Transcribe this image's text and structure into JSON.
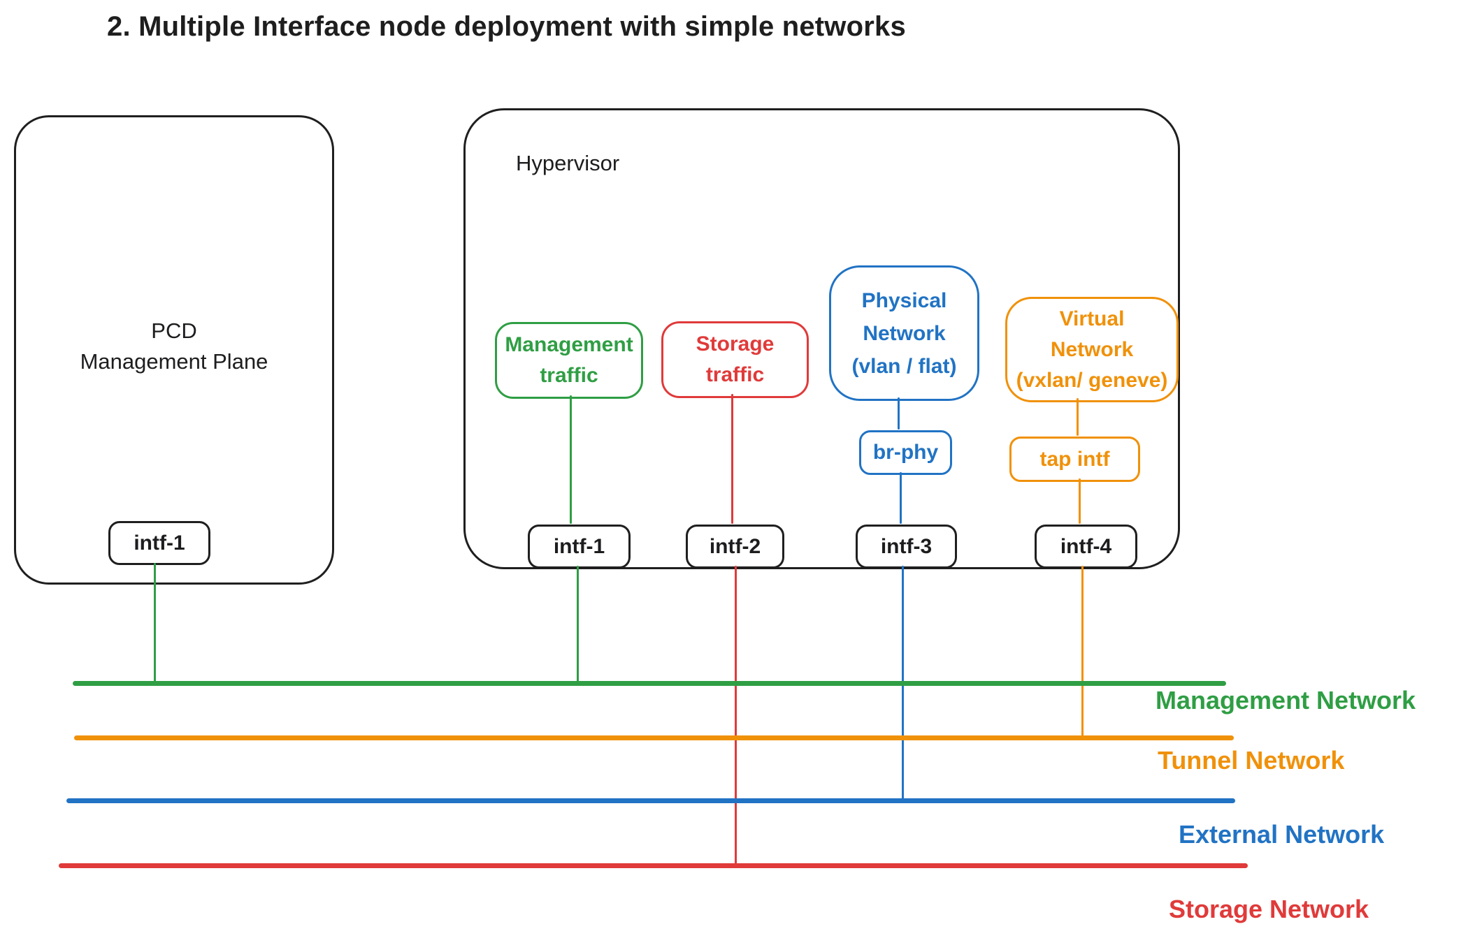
{
  "title": "2. Multiple Interface node deployment with simple networks",
  "colors": {
    "ink": "#1f1f1f",
    "green": "#2f9e44",
    "red": "#e03a3a",
    "blue": "#2173c4",
    "orange": "#f0910a"
  },
  "pcd": {
    "name_lines": [
      "PCD",
      "Management Plane"
    ],
    "interface": {
      "label": "intf-1"
    }
  },
  "hypervisor": {
    "label": "Hypervisor",
    "traffic_nodes": [
      {
        "id": "management-traffic",
        "lines": [
          "Management",
          "traffic"
        ],
        "color": "green"
      },
      {
        "id": "storage-traffic",
        "lines": [
          "Storage",
          "traffic"
        ],
        "color": "red"
      },
      {
        "id": "physical-network",
        "lines": [
          "Physical",
          "Network",
          "(vlan / flat)"
        ],
        "color": "blue"
      },
      {
        "id": "virtual-network",
        "lines": [
          "Virtual",
          "Network",
          "(vxlan/ geneve)"
        ],
        "color": "orange"
      }
    ],
    "bridge_nodes": [
      {
        "id": "br-phy",
        "label": "br-phy",
        "color": "blue"
      },
      {
        "id": "tap-intf",
        "label": "tap intf",
        "color": "orange"
      }
    ],
    "interfaces": [
      {
        "label": "intf-1"
      },
      {
        "label": "intf-2"
      },
      {
        "label": "intf-3"
      },
      {
        "label": "intf-4"
      }
    ]
  },
  "networks": [
    {
      "id": "management",
      "label": "Management Network",
      "color": "green"
    },
    {
      "id": "tunnel",
      "label": "Tunnel Network",
      "color": "orange"
    },
    {
      "id": "external",
      "label": "External Network",
      "color": "blue"
    },
    {
      "id": "storage",
      "label": "Storage Network",
      "color": "red"
    }
  ]
}
